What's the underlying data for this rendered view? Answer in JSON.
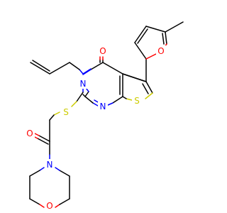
{
  "colors": {
    "background": "#ffffff",
    "carbon_bond": "#000000",
    "oxygen": "#ff0000",
    "nitrogen": "#0000ff",
    "sulfur": "#cccc00"
  },
  "atoms": {
    "carbonyl_oxygen": "O",
    "furan_oxygen": "O",
    "amide_oxygen": "O",
    "morpholine_oxygen": "O",
    "ring_nitrogen_3": "N",
    "ring_nitrogen_1": "N",
    "morpholine_nitrogen": "N",
    "thioether_sulfur": "S",
    "thiophene_sulfur": "S"
  }
}
